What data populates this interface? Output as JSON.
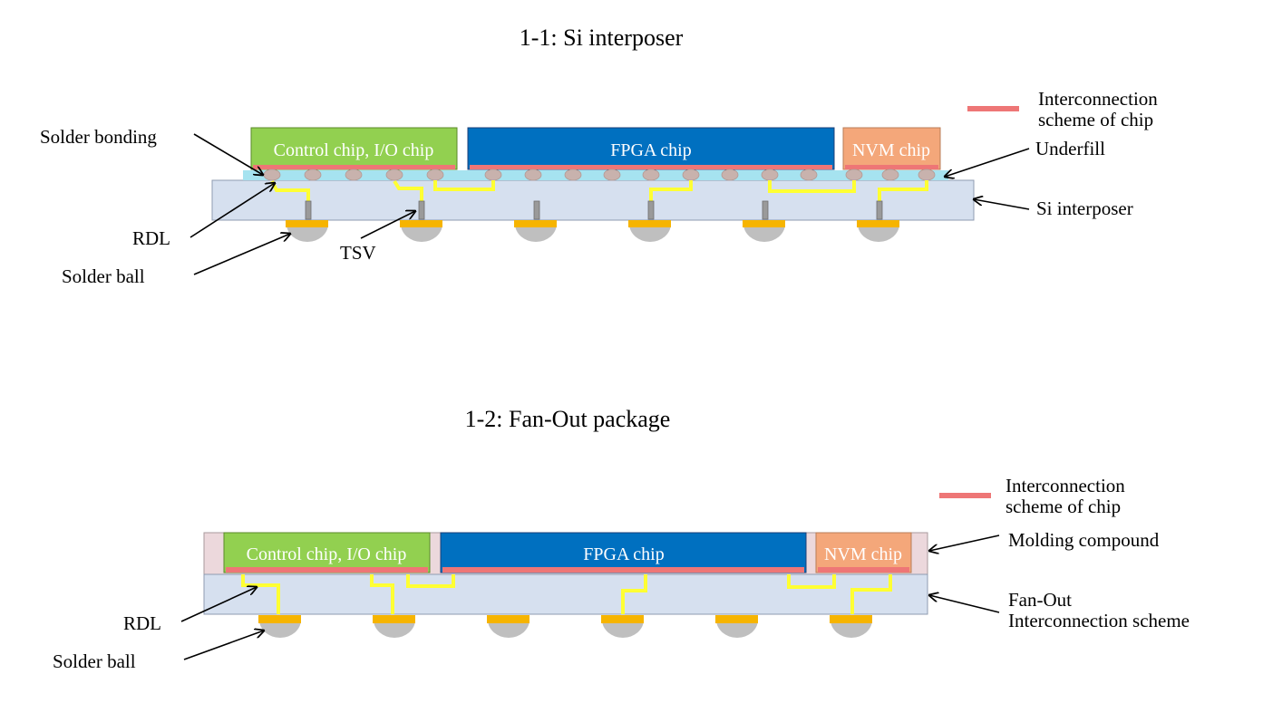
{
  "top": {
    "title": "1-1: Si interposer",
    "legend": {
      "label_line1": "Interconnection",
      "label_line2": "scheme of chip",
      "color": "#ee7676"
    },
    "chips": {
      "control": "Control chip, I/O chip",
      "fpga": "FPGA chip",
      "nvm": "NVM chip"
    },
    "labels": {
      "solder_bonding": "Solder bonding",
      "underfill": "Underfill",
      "si_interposer": "Si interposer",
      "rdl": "RDL",
      "tsv": "TSV",
      "solder_ball": "Solder ball"
    }
  },
  "bottom": {
    "title": "1-2: Fan-Out package",
    "legend": {
      "label_line1": "Interconnection",
      "label_line2": "scheme of chip",
      "color": "#ee7676"
    },
    "chips": {
      "control": "Control chip, I/O chip",
      "fpga": "FPGA chip",
      "nvm": "NVM chip"
    },
    "labels": {
      "molding_compound": "Molding compound",
      "fanout_line1": "Fan-Out",
      "fanout_line2": "Interconnection scheme",
      "rdl": "RDL",
      "solder_ball": "Solder ball"
    }
  },
  "colors": {
    "control_chip": "#92d050",
    "fpga_chip": "#0070c0",
    "nvm_chip": "#f4a77a",
    "interconnect": "#ee7676",
    "substrate": "#d6e0ef",
    "underfill": "#a6e3f0",
    "rdl": "#ffff33",
    "pad": "#f6b400",
    "ball": "#bfbfbf",
    "molding": "#ecd8dc"
  }
}
